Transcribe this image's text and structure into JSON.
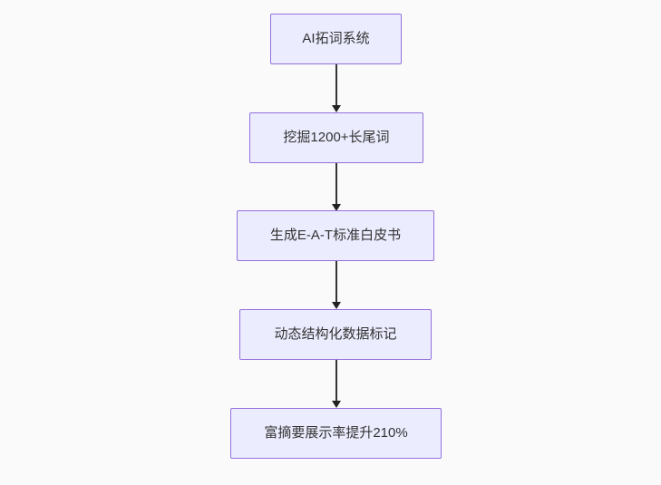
{
  "flowchart": {
    "type": "vertical-flow",
    "nodes": [
      {
        "label": "AI拓词系统"
      },
      {
        "label": "挖掘1200+长尾词"
      },
      {
        "label": "生成E-A-T标准白皮书"
      },
      {
        "label": "动态结构化数据标记"
      },
      {
        "label": "富摘要展示率提升210%"
      }
    ],
    "edges": [
      {
        "from": 0,
        "to": 1
      },
      {
        "from": 1,
        "to": 2
      },
      {
        "from": 2,
        "to": 3
      },
      {
        "from": 3,
        "to": 4
      }
    ],
    "colors": {
      "node_fill": "#ECECFF",
      "node_border": "#9370DB",
      "arrow": "#333333",
      "text": "#333333",
      "background": "#FAFAFA"
    }
  }
}
